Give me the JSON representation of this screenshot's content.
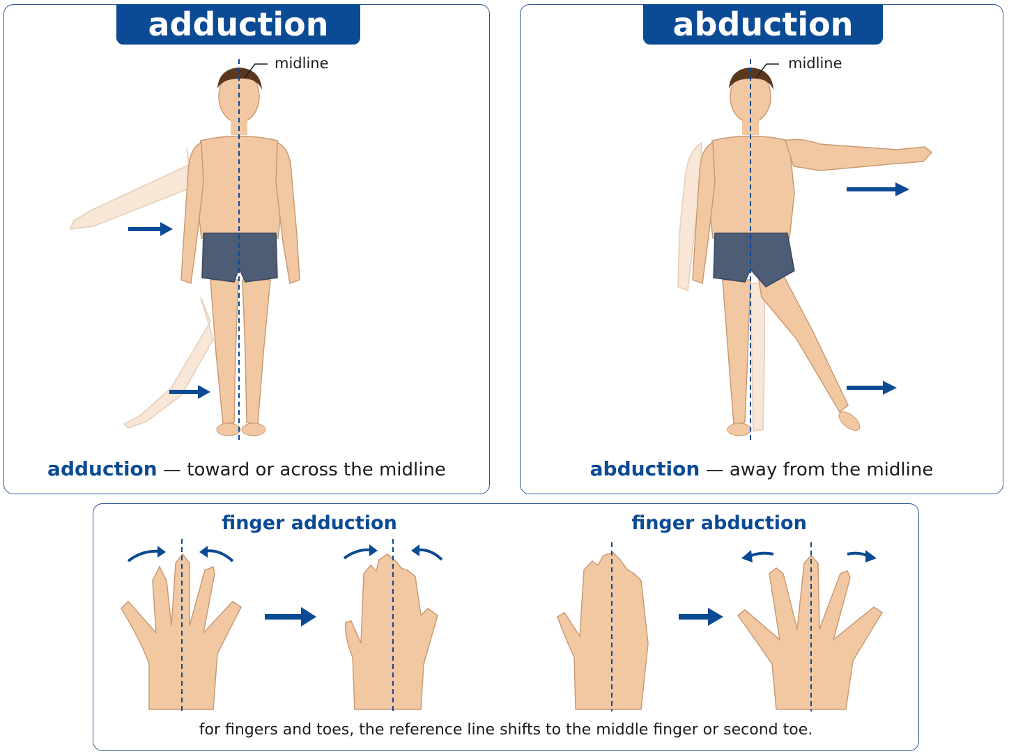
{
  "left_panel": {
    "title": "adduction",
    "midline_label": "midline",
    "caption_term": "adduction",
    "caption_rest": " — toward or across the midline"
  },
  "right_panel": {
    "title": "abduction",
    "midline_label": "midline",
    "caption_term": "abduction",
    "caption_rest": " — away from the midline"
  },
  "bottom_panel": {
    "finger_adduction_title": "finger adduction",
    "finger_abduction_title": "finger abduction",
    "note": "for fingers and toes, the reference line shifts to the middle finger or second toe."
  },
  "colors": {
    "accent": "#0b4a94",
    "skin": "#f2c8a2",
    "skin_ghost": "#f8e6d6",
    "shorts": "#4d5d75",
    "hair": "#5a3820"
  },
  "icons": [
    "arrow-right-icon",
    "curved-arrow-icon",
    "midline-dashed-line"
  ]
}
